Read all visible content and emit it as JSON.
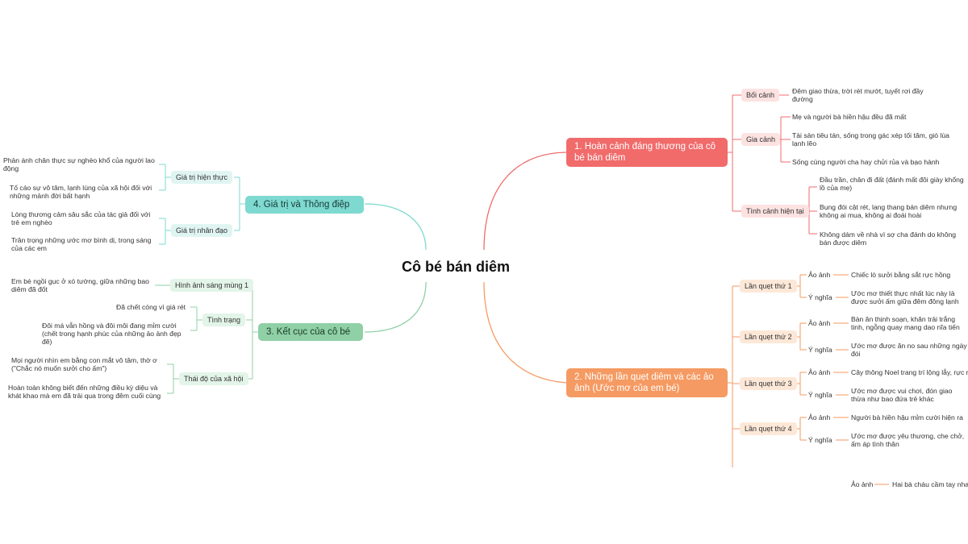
{
  "root": "Cô bé bán diêm",
  "colors": {
    "red": "#f16b6b",
    "orange": "#f59a62",
    "teal": "#7ed9d0",
    "green": "#8fd0a6",
    "red_light": "#fde2e2",
    "orange_light": "#fde8d8",
    "teal_light": "#e0f5f2",
    "green_light": "#e3f4e8"
  },
  "branch1": {
    "title": "1. Hoàn cảnh đáng thương của cô bé bán diêm",
    "boi_canh": {
      "label": "Bối cảnh",
      "leaf": "Đêm giao thừa, trời rét mướt, tuyết rơi đầy đường"
    },
    "gia_canh": {
      "label": "Gia cảnh",
      "leaves": [
        "Mẹ và người bà hiền hậu đều đã mất",
        "Tài sản tiêu tán, sống trong gác xép tối tăm, gió lùa lạnh lẽo",
        "Sống cùng người cha hay chửi rủa và bạo hành"
      ]
    },
    "tinh_canh": {
      "label": "Tình cảnh hiện tại",
      "leaves": [
        "Đầu trần, chân đi đất (đánh mất đôi giày khổng lồ của mẹ)",
        "Bụng đói cật rét, lang thang bán diêm nhưng không ai mua, không ai đoái hoài",
        "Không dám về nhà vì sợ cha đánh do không bán được diêm"
      ]
    }
  },
  "branch2": {
    "title": "2. Những lần quẹt diêm và các ảo ảnh (Ước mơ của em bé)",
    "ao_anh_label": "Ảo ảnh",
    "y_nghia_label": "Ý nghĩa",
    "quets": [
      {
        "label": "Lần quẹt thứ 1",
        "ao_anh": "Chiếc lò sưởi bằng sắt rực hồng",
        "y_nghia": "Ước mơ thiết thực nhất lúc này là được sưởi ấm giữa đêm đông lạnh giá"
      },
      {
        "label": "Lần quẹt thứ 2",
        "ao_anh": "Bàn ăn thịnh soạn, khăn trải trắng tinh, ngỗng quay mang dao nĩa tiến lại gần",
        "y_nghia": "Ước mơ được ăn no sau những ngày đói"
      },
      {
        "label": "Lần quẹt thứ 3",
        "ao_anh": "Cây thông Noel trang trí lộng lẫy, rực rỡ",
        "y_nghia": "Ước mơ được vui chơi, đón giao thừa như bao đứa trẻ khác"
      },
      {
        "label": "Lần quẹt thứ 4",
        "ao_anh": "Người bà hiền hậu mỉm cười hiện ra",
        "y_nghia": "Ước mơ được yêu thương, che chở, ấm áp tình thân"
      }
    ],
    "extra": {
      "ao_anh": "Hai bà cháu cầm tay nhau bay lên"
    }
  },
  "branch3": {
    "title": "3. Kết cục của cô bé",
    "hinh_anh": {
      "label": "Hình ảnh sáng mùng 1",
      "leaf": "Em bé ngồi gục ở xó tường, giữa những bao diêm đã đốt"
    },
    "tinh_trang": {
      "label": "Tình trạng",
      "leaves": [
        "Đã chết cóng vì giá rét",
        "Đôi má vẫn hồng và đôi môi đang mỉm cười (chết trong hạnh phúc của những ảo ảnh đẹp đẽ)"
      ]
    },
    "thai_do": {
      "label": "Thái độ của xã hội",
      "leaves": [
        "Mọi người nhìn em bằng con mắt vô tâm, thờ ơ (\"Chắc nó muốn sưởi cho ấm\")",
        "Hoàn toàn không biết đến những điều kỳ diệu và khát khao mà em đã trải qua trong đêm cuối cùng"
      ]
    }
  },
  "branch4": {
    "title": "4. Giá trị và Thông điệp",
    "hien_thuc": {
      "label": "Giá trị hiện thực",
      "leaves": [
        "Phản ánh chân thực sự nghèo khổ của người lao động",
        "Tố cáo sự vô tâm, lạnh lùng của xã hội đối với những mảnh đời bất hạnh"
      ]
    },
    "nhan_dao": {
      "label": "Giá trị nhân đạo",
      "leaves": [
        "Lòng thương cảm sâu sắc của tác giả đối với trẻ em nghèo",
        "Trân trọng những ước mơ bình dị, trong sáng của các em"
      ]
    }
  }
}
